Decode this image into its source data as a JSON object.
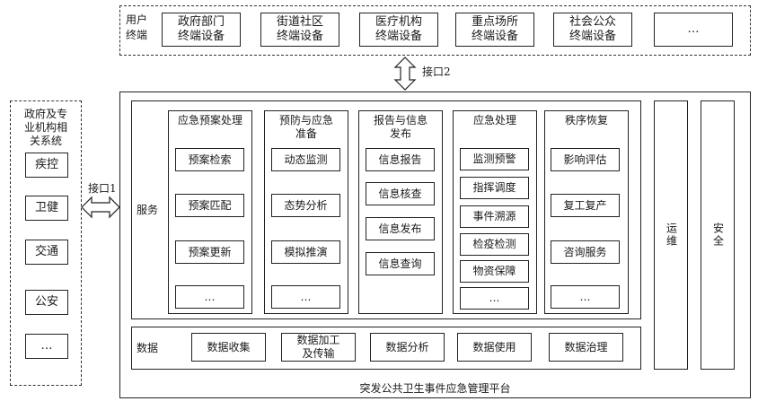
{
  "user_terminals": {
    "label": "用户终端",
    "items": [
      "政府部门终端设备",
      "街道社区终端设备",
      "医疗机构终端设备",
      "重点场所终端设备",
      "社会公众终端设备",
      "…"
    ]
  },
  "interface2": "接口2",
  "interface1": "接口1",
  "gov_systems": {
    "title": "政府及专业机构相关系统",
    "items": [
      "疾控",
      "卫健",
      "交通",
      "公安",
      "…"
    ]
  },
  "platform": {
    "title": "突发公共卫生事件应急管理平台",
    "service_label": "服务",
    "data_label": "数据",
    "ops_label": "运维",
    "security_label": "安全",
    "service_groups": [
      {
        "title": "应急预案处理",
        "items": [
          "预案检索",
          "预案匹配",
          "预案更新",
          "…"
        ]
      },
      {
        "title": "预防与应急准备",
        "items": [
          "动态监测",
          "态势分析",
          "模拟推演",
          "…"
        ]
      },
      {
        "title": "报告与信息发布",
        "items": [
          "信息报告",
          "信息核查",
          "信息发布",
          "信息查询"
        ]
      },
      {
        "title": "应急处理",
        "items": [
          "监测预警",
          "指挥调度",
          "事件溯源",
          "检疫检测",
          "物资保障",
          "…"
        ]
      },
      {
        "title": "秩序恢复",
        "items": [
          "影响评估",
          "复工复产",
          "咨询服务",
          "…"
        ]
      }
    ],
    "data_items": [
      "数据收集",
      "数据加工及传输",
      "数据分析",
      "数据使用",
      "数据治理"
    ]
  }
}
